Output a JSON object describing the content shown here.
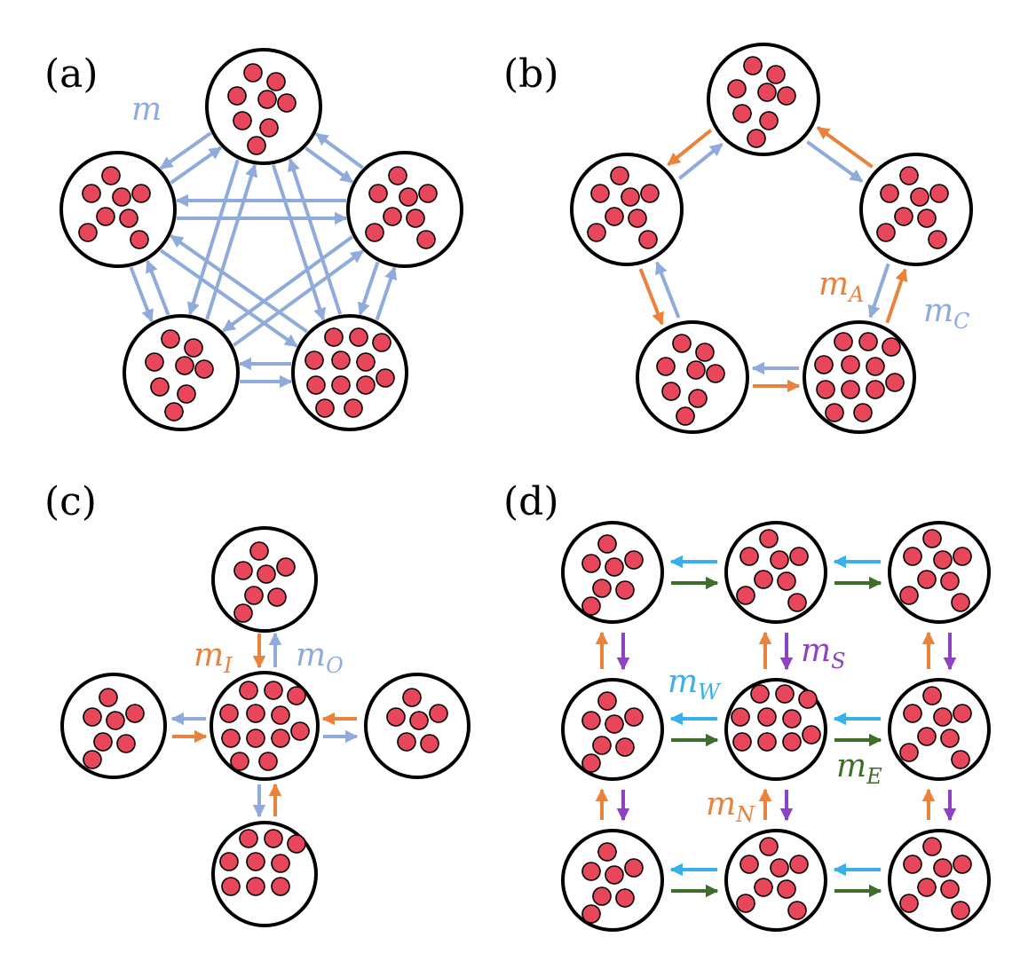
{
  "colors": {
    "cell": "#e8465a",
    "light_blue": "#8fabdc",
    "orange": "#e8823c",
    "cyan": "#3ab0ea",
    "green": "#3f6e2a",
    "purple": "#8d43c4",
    "outline": "#000000"
  },
  "panels": {
    "a": {
      "label": "(a)",
      "rate": {
        "base": "m",
        "sub": ""
      }
    },
    "b": {
      "label": "(b)",
      "rate_a": {
        "base": "m",
        "sub": "A"
      },
      "rate_c": {
        "base": "m",
        "sub": "C"
      }
    },
    "c": {
      "label": "(c)",
      "rate_i": {
        "base": "m",
        "sub": "I"
      },
      "rate_o": {
        "base": "m",
        "sub": "O"
      }
    },
    "d": {
      "label": "(d)",
      "rate_w": {
        "base": "m",
        "sub": "W"
      },
      "rate_s": {
        "base": "m",
        "sub": "S"
      },
      "rate_e": {
        "base": "m",
        "sub": "E"
      },
      "rate_n": {
        "base": "m",
        "sub": "N"
      }
    }
  }
}
